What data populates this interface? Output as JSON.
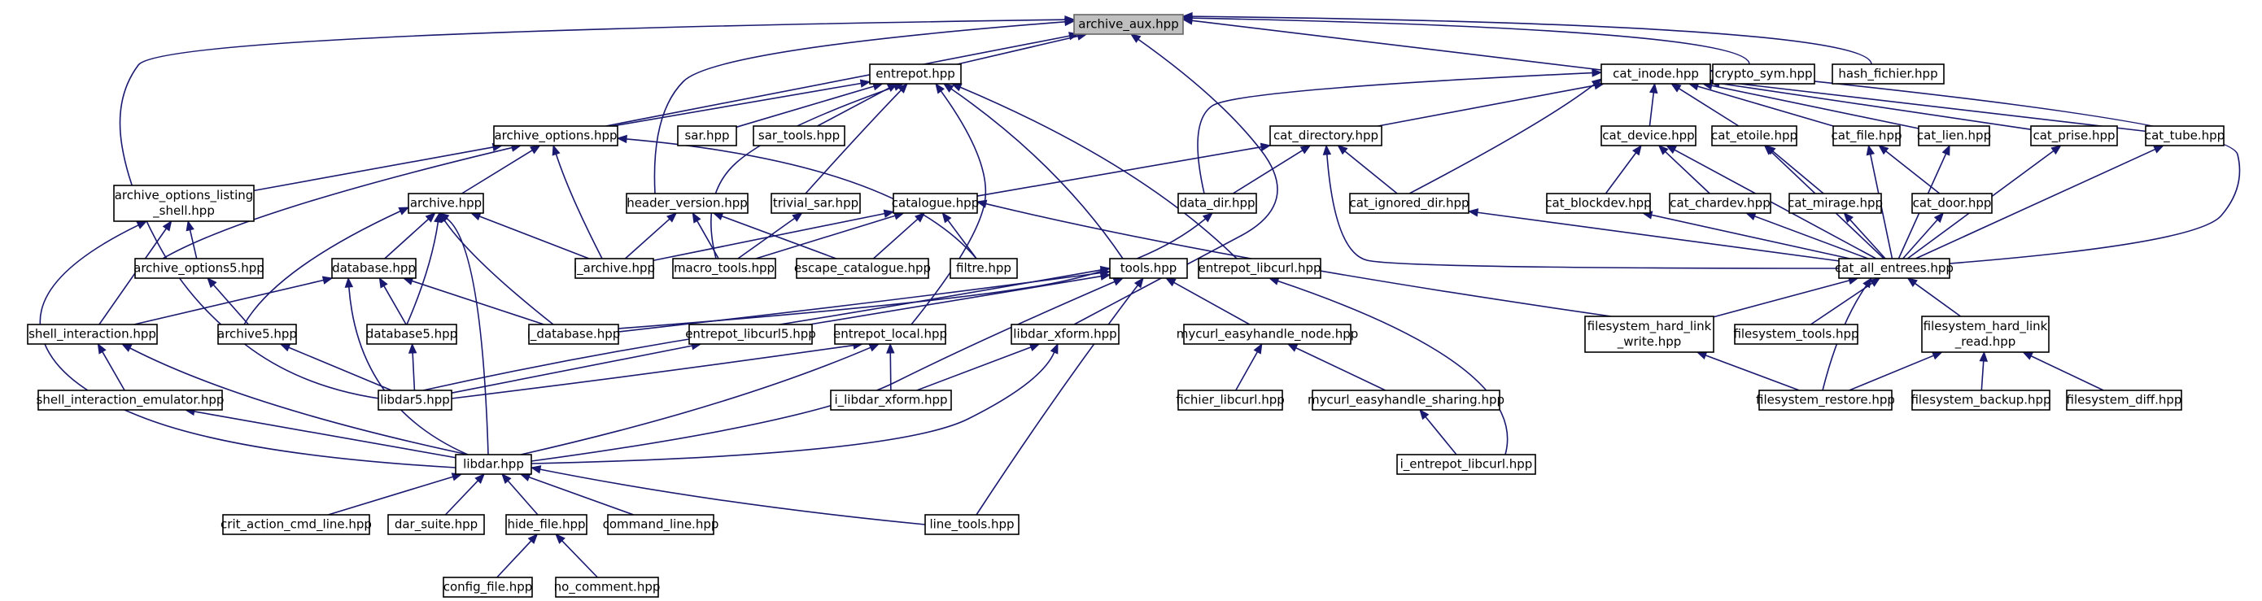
{
  "nodes": [
    {
      "id": "archive_aux",
      "lines": [
        "archive_aux.hpp"
      ],
      "root": true
    },
    {
      "id": "entrepot",
      "lines": [
        "entrepot.hpp"
      ]
    },
    {
      "id": "cat_inode",
      "lines": [
        "cat_inode.hpp"
      ]
    },
    {
      "id": "crypto_sym",
      "lines": [
        "crypto_sym.hpp"
      ]
    },
    {
      "id": "hash_fichier",
      "lines": [
        "hash_fichier.hpp"
      ]
    },
    {
      "id": "archive_options",
      "lines": [
        "archive_options.hpp"
      ]
    },
    {
      "id": "sar",
      "lines": [
        "sar.hpp"
      ]
    },
    {
      "id": "sar_tools",
      "lines": [
        "sar_tools.hpp"
      ]
    },
    {
      "id": "cat_directory",
      "lines": [
        "cat_directory.hpp"
      ]
    },
    {
      "id": "cat_device",
      "lines": [
        "cat_device.hpp"
      ]
    },
    {
      "id": "cat_etoile",
      "lines": [
        "cat_etoile.hpp"
      ]
    },
    {
      "id": "cat_file",
      "lines": [
        "cat_file.hpp"
      ]
    },
    {
      "id": "cat_lien",
      "lines": [
        "cat_lien.hpp"
      ]
    },
    {
      "id": "cat_prise",
      "lines": [
        "cat_prise.hpp"
      ]
    },
    {
      "id": "cat_tube",
      "lines": [
        "cat_tube.hpp"
      ]
    },
    {
      "id": "archive_options_listing_shell",
      "lines": [
        "archive_options_listing",
        "_shell.hpp"
      ]
    },
    {
      "id": "archive",
      "lines": [
        "archive.hpp"
      ]
    },
    {
      "id": "header_version",
      "lines": [
        "header_version.hpp"
      ]
    },
    {
      "id": "trivial_sar",
      "lines": [
        "trivial_sar.hpp"
      ]
    },
    {
      "id": "catalogue",
      "lines": [
        "catalogue.hpp"
      ]
    },
    {
      "id": "data_dir",
      "lines": [
        "data_dir.hpp"
      ]
    },
    {
      "id": "cat_ignored_dir",
      "lines": [
        "cat_ignored_dir.hpp"
      ]
    },
    {
      "id": "cat_blockdev",
      "lines": [
        "cat_blockdev.hpp"
      ]
    },
    {
      "id": "cat_chardev",
      "lines": [
        "cat_chardev.hpp"
      ]
    },
    {
      "id": "cat_mirage",
      "lines": [
        "cat_mirage.hpp"
      ]
    },
    {
      "id": "cat_door",
      "lines": [
        "cat_door.hpp"
      ]
    },
    {
      "id": "archive_options5",
      "lines": [
        "archive_options5.hpp"
      ]
    },
    {
      "id": "database",
      "lines": [
        "database.hpp"
      ]
    },
    {
      "id": "i_archive",
      "lines": [
        "i_archive.hpp"
      ]
    },
    {
      "id": "macro_tools",
      "lines": [
        "macro_tools.hpp"
      ]
    },
    {
      "id": "escape_catalogue",
      "lines": [
        "escape_catalogue.hpp"
      ]
    },
    {
      "id": "filtre",
      "lines": [
        "filtre.hpp"
      ]
    },
    {
      "id": "tools",
      "lines": [
        "tools.hpp"
      ]
    },
    {
      "id": "entrepot_libcurl",
      "lines": [
        "entrepot_libcurl.hpp"
      ]
    },
    {
      "id": "cat_all_entrees",
      "lines": [
        "cat_all_entrees.hpp"
      ]
    },
    {
      "id": "shell_interaction",
      "lines": [
        "shell_interaction.hpp"
      ]
    },
    {
      "id": "archive5",
      "lines": [
        "archive5.hpp"
      ]
    },
    {
      "id": "database5",
      "lines": [
        "database5.hpp"
      ]
    },
    {
      "id": "i_database",
      "lines": [
        "i_database.hpp"
      ]
    },
    {
      "id": "entrepot_libcurl5",
      "lines": [
        "entrepot_libcurl5.hpp"
      ]
    },
    {
      "id": "entrepot_local",
      "lines": [
        "entrepot_local.hpp"
      ]
    },
    {
      "id": "libdar_xform",
      "lines": [
        "libdar_xform.hpp"
      ]
    },
    {
      "id": "mycurl_easyhandle_node",
      "lines": [
        "mycurl_easyhandle_node.hpp"
      ]
    },
    {
      "id": "filesystem_hard_link_write",
      "lines": [
        "filesystem_hard_link",
        "_write.hpp"
      ]
    },
    {
      "id": "filesystem_tools",
      "lines": [
        "filesystem_tools.hpp"
      ]
    },
    {
      "id": "filesystem_hard_link_read",
      "lines": [
        "filesystem_hard_link",
        "_read.hpp"
      ]
    },
    {
      "id": "shell_interaction_emulator",
      "lines": [
        "shell_interaction_emulator.hpp"
      ]
    },
    {
      "id": "libdar5",
      "lines": [
        "libdar5.hpp"
      ]
    },
    {
      "id": "i_libdar_xform",
      "lines": [
        "i_libdar_xform.hpp"
      ]
    },
    {
      "id": "fichier_libcurl",
      "lines": [
        "fichier_libcurl.hpp"
      ]
    },
    {
      "id": "mycurl_easyhandle_sharing",
      "lines": [
        "mycurl_easyhandle_sharing.hpp"
      ]
    },
    {
      "id": "filesystem_restore",
      "lines": [
        "filesystem_restore.hpp"
      ]
    },
    {
      "id": "filesystem_backup",
      "lines": [
        "filesystem_backup.hpp"
      ]
    },
    {
      "id": "filesystem_diff",
      "lines": [
        "filesystem_diff.hpp"
      ]
    },
    {
      "id": "libdar",
      "lines": [
        "libdar.hpp"
      ]
    },
    {
      "id": "i_entrepot_libcurl",
      "lines": [
        "i_entrepot_libcurl.hpp"
      ]
    },
    {
      "id": "crit_action_cmd_line",
      "lines": [
        "crit_action_cmd_line.hpp"
      ]
    },
    {
      "id": "dar_suite",
      "lines": [
        "dar_suite.hpp"
      ]
    },
    {
      "id": "hide_file",
      "lines": [
        "hide_file.hpp"
      ]
    },
    {
      "id": "command_line",
      "lines": [
        "command_line.hpp"
      ]
    },
    {
      "id": "line_tools",
      "lines": [
        "line_tools.hpp"
      ]
    },
    {
      "id": "config_file",
      "lines": [
        "config_file.hpp"
      ]
    },
    {
      "id": "no_comment",
      "lines": [
        "no_comment.hpp"
      ]
    }
  ],
  "edges": [
    [
      "entrepot",
      "archive_aux"
    ],
    [
      "cat_inode",
      "archive_aux"
    ],
    [
      "crypto_sym",
      "archive_aux"
    ],
    [
      "hash_fichier",
      "archive_aux"
    ],
    [
      "archive_options",
      "archive_aux"
    ],
    [
      "header_version",
      "archive_aux"
    ],
    [
      "libdar5",
      "archive_aux"
    ],
    [
      "libdar_xform",
      "archive_aux"
    ],
    [
      "archive_options",
      "entrepot"
    ],
    [
      "sar",
      "entrepot"
    ],
    [
      "sar_tools",
      "entrepot"
    ],
    [
      "trivial_sar",
      "entrepot"
    ],
    [
      "macro_tools",
      "entrepot"
    ],
    [
      "tools",
      "entrepot"
    ],
    [
      "entrepot_libcurl",
      "entrepot"
    ],
    [
      "entrepot_local",
      "entrepot"
    ],
    [
      "cat_directory",
      "cat_inode"
    ],
    [
      "cat_device",
      "cat_inode"
    ],
    [
      "cat_etoile",
      "cat_inode"
    ],
    [
      "cat_file",
      "cat_inode"
    ],
    [
      "cat_lien",
      "cat_inode"
    ],
    [
      "cat_prise",
      "cat_inode"
    ],
    [
      "cat_tube",
      "cat_inode"
    ],
    [
      "data_dir",
      "cat_inode"
    ],
    [
      "cat_ignored_dir",
      "cat_inode"
    ],
    [
      "cat_all_entrees",
      "cat_inode"
    ],
    [
      "archive_options_listing_shell",
      "archive_options"
    ],
    [
      "archive",
      "archive_options"
    ],
    [
      "archive_options5",
      "archive_options"
    ],
    [
      "i_archive",
      "archive_options"
    ],
    [
      "filtre",
      "archive_options"
    ],
    [
      "catalogue",
      "cat_directory"
    ],
    [
      "data_dir",
      "cat_directory"
    ],
    [
      "cat_ignored_dir",
      "cat_directory"
    ],
    [
      "cat_all_entrees",
      "cat_directory"
    ],
    [
      "cat_blockdev",
      "cat_device"
    ],
    [
      "cat_chardev",
      "cat_device"
    ],
    [
      "cat_all_entrees",
      "cat_device"
    ],
    [
      "cat_mirage",
      "cat_etoile"
    ],
    [
      "cat_all_entrees",
      "cat_etoile"
    ],
    [
      "cat_door",
      "cat_file"
    ],
    [
      "cat_all_entrees",
      "cat_file"
    ],
    [
      "cat_all_entrees",
      "cat_lien"
    ],
    [
      "cat_all_entrees",
      "cat_prise"
    ],
    [
      "cat_all_entrees",
      "cat_tube"
    ],
    [
      "archive_options5",
      "archive_options_listing_shell"
    ],
    [
      "shell_interaction",
      "archive_options_listing_shell"
    ],
    [
      "libdar",
      "archive_options_listing_shell"
    ],
    [
      "database",
      "archive"
    ],
    [
      "i_archive",
      "archive"
    ],
    [
      "archive5",
      "archive"
    ],
    [
      "database5",
      "archive"
    ],
    [
      "i_database",
      "archive"
    ],
    [
      "libdar",
      "archive"
    ],
    [
      "i_archive",
      "header_version"
    ],
    [
      "macro_tools",
      "header_version"
    ],
    [
      "escape_catalogue",
      "header_version"
    ],
    [
      "macro_tools",
      "trivial_sar"
    ],
    [
      "i_archive",
      "catalogue"
    ],
    [
      "macro_tools",
      "catalogue"
    ],
    [
      "escape_catalogue",
      "catalogue"
    ],
    [
      "filtre",
      "catalogue"
    ],
    [
      "filesystem_hard_link_write",
      "catalogue"
    ],
    [
      "i_database",
      "data_dir"
    ],
    [
      "cat_all_entrees",
      "cat_ignored_dir"
    ],
    [
      "cat_all_entrees",
      "cat_blockdev"
    ],
    [
      "cat_all_entrees",
      "cat_chardev"
    ],
    [
      "cat_all_entrees",
      "cat_mirage"
    ],
    [
      "cat_all_entrees",
      "cat_door"
    ],
    [
      "archive5",
      "archive_options5"
    ],
    [
      "shell_interaction",
      "database"
    ],
    [
      "database5",
      "database"
    ],
    [
      "i_database",
      "database"
    ],
    [
      "libdar",
      "database"
    ],
    [
      "i_database",
      "tools"
    ],
    [
      "libdar5",
      "tools"
    ],
    [
      "entrepot_libcurl5",
      "tools"
    ],
    [
      "libdar",
      "tools"
    ],
    [
      "mycurl_easyhandle_node",
      "tools"
    ],
    [
      "line_tools",
      "tools"
    ],
    [
      "i_entrepot_libcurl",
      "entrepot_libcurl"
    ],
    [
      "filesystem_hard_link_write",
      "cat_all_entrees"
    ],
    [
      "filesystem_tools",
      "cat_all_entrees"
    ],
    [
      "filesystem_hard_link_read",
      "cat_all_entrees"
    ],
    [
      "filesystem_restore",
      "cat_all_entrees"
    ],
    [
      "shell_interaction_emulator",
      "shell_interaction"
    ],
    [
      "libdar",
      "shell_interaction"
    ],
    [
      "libdar5",
      "archive5"
    ],
    [
      "libdar5",
      "database5"
    ],
    [
      "libdar5",
      "entrepot_libcurl5"
    ],
    [
      "libdar5",
      "entrepot_local"
    ],
    [
      "i_libdar_xform",
      "entrepot_local"
    ],
    [
      "libdar",
      "entrepot_local"
    ],
    [
      "i_libdar_xform",
      "libdar_xform"
    ],
    [
      "libdar",
      "libdar_xform"
    ],
    [
      "fichier_libcurl",
      "mycurl_easyhandle_node"
    ],
    [
      "mycurl_easyhandle_sharing",
      "mycurl_easyhandle_node"
    ],
    [
      "filesystem_restore",
      "filesystem_hard_link_write"
    ],
    [
      "filesystem_restore",
      "filesystem_hard_link_read"
    ],
    [
      "filesystem_backup",
      "filesystem_hard_link_read"
    ],
    [
      "filesystem_diff",
      "filesystem_hard_link_read"
    ],
    [
      "libdar",
      "shell_interaction_emulator"
    ],
    [
      "i_entrepot_libcurl",
      "mycurl_easyhandle_sharing"
    ],
    [
      "crit_action_cmd_line",
      "libdar"
    ],
    [
      "dar_suite",
      "libdar"
    ],
    [
      "hide_file",
      "libdar"
    ],
    [
      "command_line",
      "libdar"
    ],
    [
      "line_tools",
      "libdar"
    ],
    [
      "config_file",
      "hide_file"
    ],
    [
      "no_comment",
      "hide_file"
    ]
  ]
}
